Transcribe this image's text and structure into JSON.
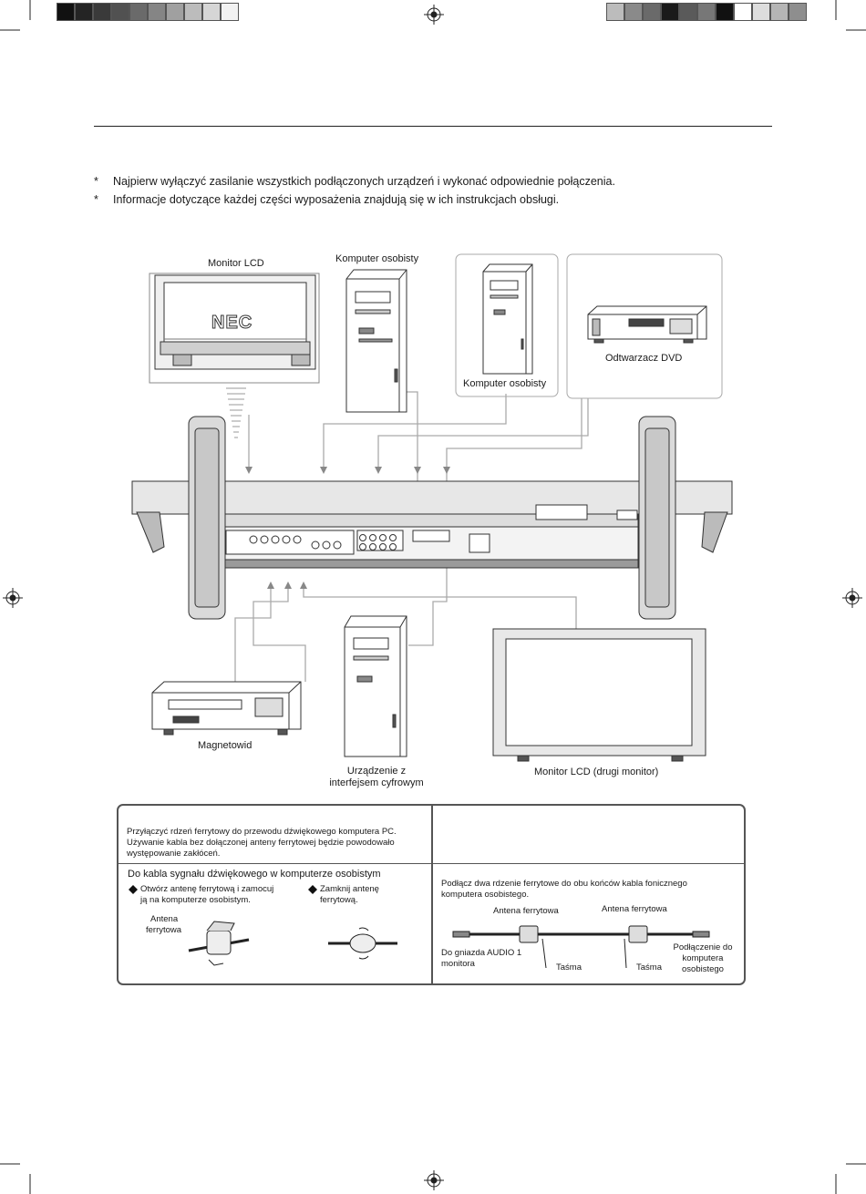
{
  "calibration": {
    "left_shades": [
      "#111111",
      "#242424",
      "#3a3a3a",
      "#515151",
      "#6a6a6a",
      "#858585",
      "#a0a0a0",
      "#bcbcbc",
      "#d6d6d6",
      "#f2f2f2"
    ],
    "right_shades": [
      "#bcbcbc",
      "#8a8a8a",
      "#6a6a6a",
      "#1a1a1a",
      "#5a5a5a",
      "#777777",
      "#111111",
      "#ffffff",
      "#dddddd",
      "#b5b5b5",
      "#8e8e8e"
    ]
  },
  "notes": [
    {
      "marker": "*",
      "text": "Najpierw wyłączyć zasilanie wszystkich podłączonych urządzeń i wykonać odpowiednie połączenia."
    },
    {
      "marker": "*",
      "text": "Informacje dotyczące każdej części wyposażenia znajdują się w ich instrukcjach obsługi."
    }
  ],
  "devices": {
    "monitor_lcd": "Monitor LCD",
    "monitor_logo": "NEC",
    "pc_top": "Komputer osobisty",
    "pc_right": "Komputer osobisty",
    "dvd": "Odtwarzacz DVD",
    "vcr": "Magnetowid",
    "digital_device_line1": "Urządzenie z",
    "digital_device_line2": "interfejsem cyfrowym",
    "second_monitor": "Monitor LCD (drugi monitor)"
  },
  "ferrite_box": {
    "intro_lines": [
      "Przyłączyć rdzeń ferrytowy do przewodu dźwiękowego komputera PC.",
      "Używanie kabla bez dołączonej anteny ferrytowej będzie powodowało",
      "występowanie zakłóceń."
    ],
    "subtitle": "Do kabla sygnału dźwiękowego w komputerze osobistym",
    "step1_lines": [
      "Otwórz antenę ferrytową i zamocuj",
      "ją na komputerze osobistym."
    ],
    "step2_lines": [
      "Zamknij antenę",
      "ferrytową."
    ],
    "antenna_label_lines": [
      "Antena",
      "ferrytowa"
    ],
    "right_intro_lines": [
      "Podłącz dwa rdzenie ferrytowe do obu końców kabla fonicznego",
      "komputera osobistego."
    ],
    "antenna_left": "Antena ferrytowa",
    "antenna_right": "Antena ferrytowa",
    "jack_audio_lines": [
      "Do gniazda AUDIO 1",
      "monitora"
    ],
    "tape_left": "Taśma",
    "tape_right": "Taśma",
    "pc_connection_lines": [
      "Podłączenie do",
      "komputera",
      "osobistego"
    ]
  }
}
